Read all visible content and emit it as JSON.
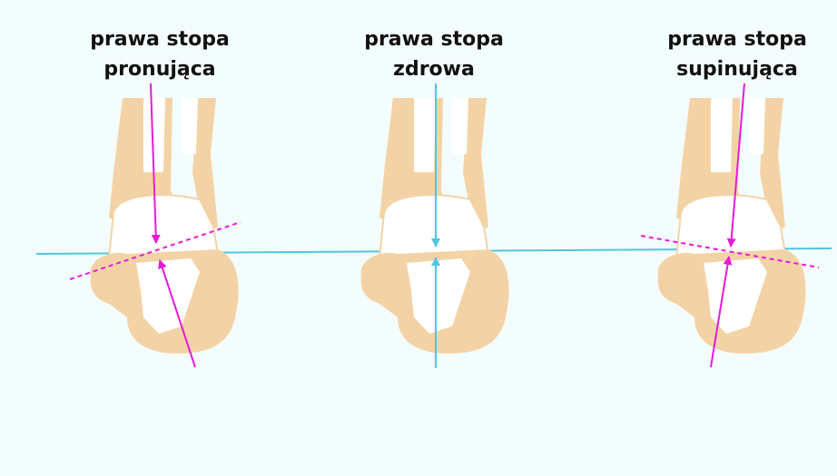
{
  "colors": {
    "background": "#f4fdfd",
    "bone": "#f3d3a6",
    "bone_inner": "#ffffff",
    "reference_line": "#4fc6dd",
    "axis_line": "#e81ad8",
    "text": "#111111"
  },
  "panels": [
    {
      "title_line1": "prawa stopa",
      "title_line2": "pronująca",
      "axis": "pronation"
    },
    {
      "title_line1": "prawa stopa",
      "title_line2": "zdrowa",
      "axis": "neutral"
    },
    {
      "title_line1": "prawa stopa",
      "title_line2": "supinująca",
      "axis": "supination"
    }
  ]
}
